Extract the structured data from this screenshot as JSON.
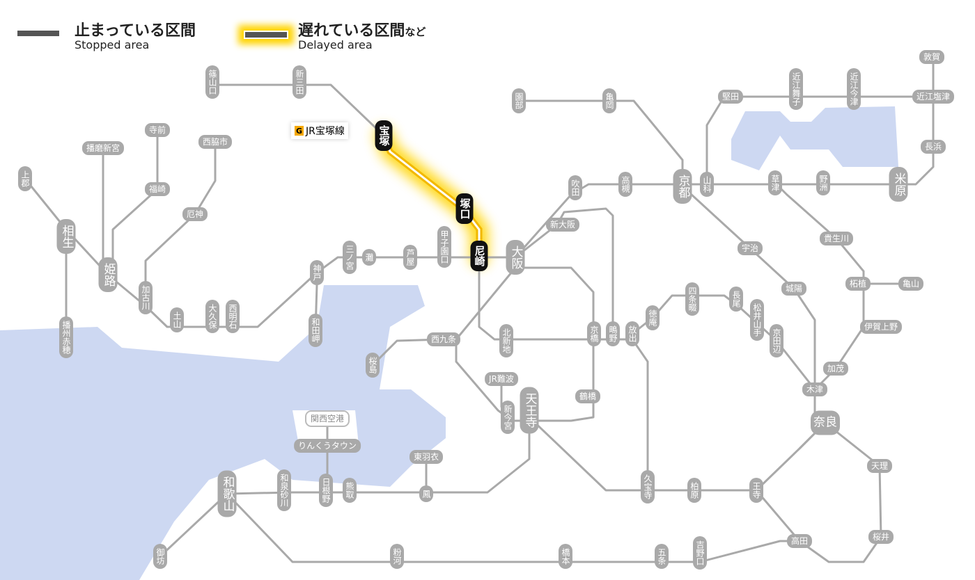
{
  "legend": {
    "stopped_ja": "止まっている区間",
    "stopped_en": "Stopped area",
    "delayed_ja": "遅れている区間",
    "delayed_suffix": "など",
    "delayed_en": "Delayed area"
  },
  "line_label": {
    "badge": "G",
    "name": "JR宝塚線"
  },
  "colors": {
    "line": "#a9a9a9",
    "water": "#cdd8f2",
    "stopped": "#555555",
    "delayed": "#ffd400"
  },
  "stations": [
    "篠山口",
    "新三田",
    "宝塚",
    "塚口",
    "尼崎",
    "寺前",
    "播磨新宮",
    "西脇市",
    "上郡",
    "福崎",
    "厄神",
    "相生",
    "姫路",
    "加古川",
    "土山",
    "大久保",
    "西明石",
    "神戸",
    "和田岬",
    "播州赤穂",
    "三ノ宮",
    "灘",
    "芦屋",
    "甲子園口",
    "大阪",
    "新大阪",
    "吹田",
    "高槻",
    "京都",
    "山科",
    "草津",
    "野洲",
    "米原",
    "長浜",
    "近江塩津",
    "敦賀",
    "近江今津",
    "近江舞子",
    "堅田",
    "園部",
    "亀岡",
    "宇治",
    "城陽",
    "貴生川",
    "柘植",
    "亀山",
    "伊賀上野",
    "加茂",
    "木津",
    "奈良",
    "天理",
    "桜井",
    "高田",
    "王寺",
    "柏原",
    "久宝寺",
    "放出",
    "鴫野",
    "京橋",
    "徳庵",
    "四条畷",
    "長尾",
    "松井山手",
    "京田辺",
    "北新地",
    "西九条",
    "桜島",
    "JR難波",
    "新今宮",
    "天王寺",
    "鶴橋",
    "関西空港",
    "りんくうタウン",
    "日根野",
    "熊取",
    "東羽衣",
    "鳳",
    "和泉砂川",
    "和歌山",
    "御坊",
    "粉河",
    "橋本",
    "五条",
    "吉野口"
  ]
}
